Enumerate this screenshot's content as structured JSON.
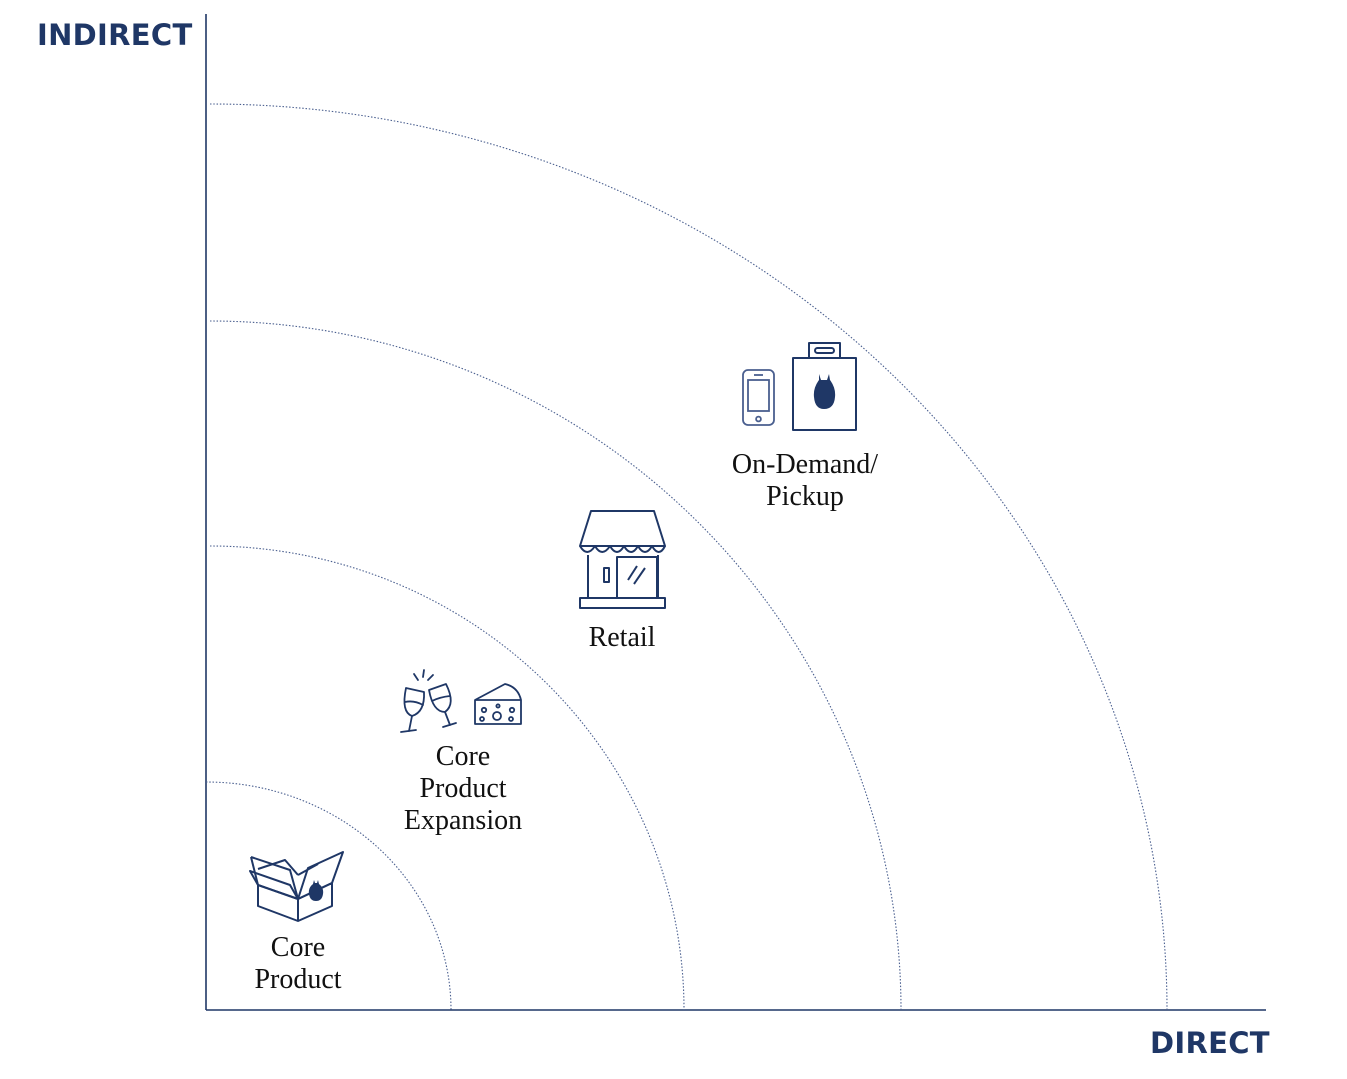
{
  "axes": {
    "y_label": "INDIRECT",
    "x_label": "DIRECT"
  },
  "rings": [
    {
      "id": "core-product",
      "lines": [
        "Core",
        "Product"
      ],
      "icons": [
        "open-box-icon"
      ]
    },
    {
      "id": "core-product-expansion",
      "lines": [
        "Core",
        "Product",
        "Expansion"
      ],
      "icons": [
        "wine-glasses-icon",
        "cheese-icon"
      ]
    },
    {
      "id": "retail",
      "lines": [
        "Retail"
      ],
      "icons": [
        "storefront-icon"
      ]
    },
    {
      "id": "on-demand-pickup",
      "lines": [
        "On-Demand/",
        "Pickup"
      ],
      "icons": [
        "smartphone-icon",
        "shopping-bag-icon"
      ]
    }
  ],
  "colors": {
    "accent": "#1f3766",
    "arc": "#4a5f8f",
    "text": "#111111"
  }
}
